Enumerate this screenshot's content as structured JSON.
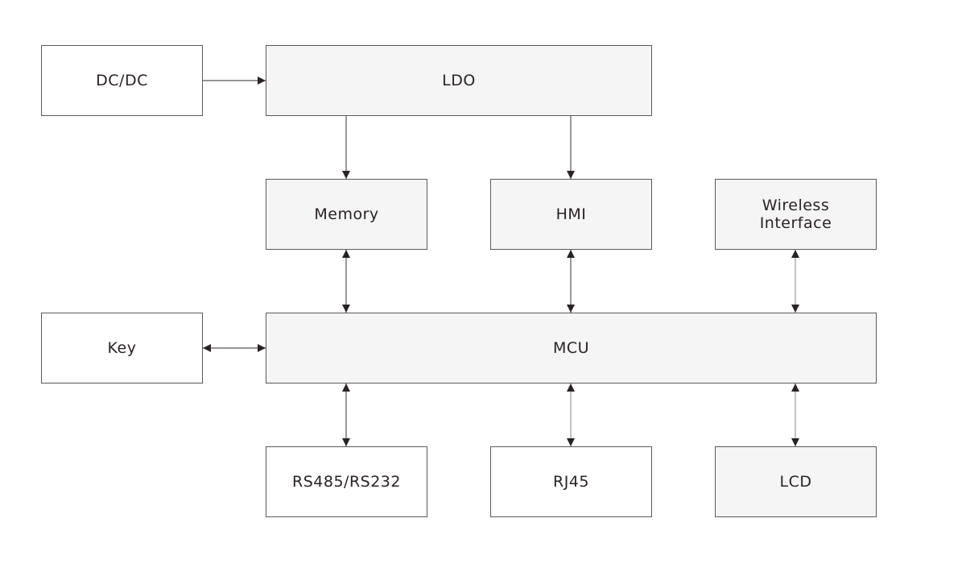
{
  "diagram": {
    "type": "block-diagram",
    "colors": {
      "box_border": "#5a5a5a",
      "box_fill_gray": "#f5f5f5",
      "box_fill_white": "#ffffff",
      "arrow": "#2a2226",
      "text": "#2a2226"
    },
    "blocks": {
      "dcdc": "DC/DC",
      "ldo": "LDO",
      "memory": "Memory",
      "hmi": "HMI",
      "wireless": "Wireless\nInterface",
      "key": "Key",
      "mcu": "MCU",
      "rs485": "RS485/RS232",
      "rj45": "RJ45",
      "lcd": "LCD"
    },
    "connections": [
      {
        "from": "DC/DC",
        "to": "LDO",
        "direction": "one-way"
      },
      {
        "from": "LDO",
        "to": "Memory",
        "direction": "one-way"
      },
      {
        "from": "LDO",
        "to": "HMI",
        "direction": "one-way"
      },
      {
        "from": "Memory",
        "to": "MCU",
        "direction": "bidirectional"
      },
      {
        "from": "HMI",
        "to": "MCU",
        "direction": "bidirectional"
      },
      {
        "from": "Wireless Interface",
        "to": "MCU",
        "direction": "bidirectional"
      },
      {
        "from": "Key",
        "to": "MCU",
        "direction": "bidirectional"
      },
      {
        "from": "MCU",
        "to": "RS485/RS232",
        "direction": "bidirectional"
      },
      {
        "from": "MCU",
        "to": "RJ45",
        "direction": "bidirectional"
      },
      {
        "from": "MCU",
        "to": "LCD",
        "direction": "bidirectional"
      }
    ]
  }
}
